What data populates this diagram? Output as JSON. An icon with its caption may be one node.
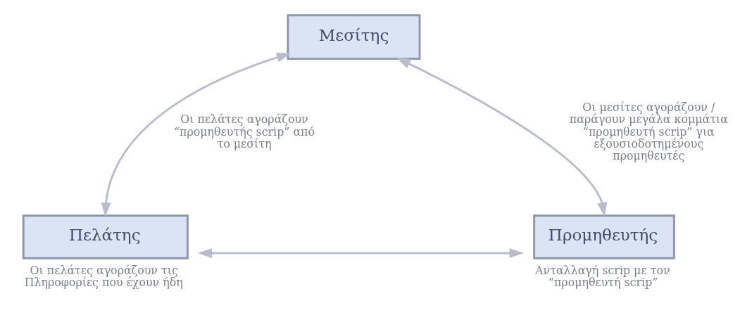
{
  "diagram": {
    "nodes": [
      {
        "text": [
          "Μεσίτης"
        ]
      },
      {
        "text": [
          "Πελάτης"
        ],
        "beside": [
          "Οι πελάτες αγοράζουν τις Πληροφορίες που έχουν ήδη"
        ]
      },
      {
        "text": [
          "Προμηθευτής"
        ],
        "beside": [
          "Ανταλλαγή scrip με τον “προμηθευτή scrip”"
        ]
      }
    ],
    "edges": [
      {
        "from": 0,
        "to": 1,
        "arrow": "both",
        "label": "Οι πελάτες αγοράζουν “προμηθευτής scrip” από το μεσίτη"
      },
      {
        "from": 0,
        "to": 2,
        "arrow": "both",
        "label": "Οι μεσίτες αγοράζουν / παράγουν μεγάλα κομμάτια “προμηθευτή scrip” για εξουσιοδοτημένους προμηθευτές"
      },
      {
        "from": 1,
        "to": 2,
        "arrow": "both"
      }
    ]
  }
}
